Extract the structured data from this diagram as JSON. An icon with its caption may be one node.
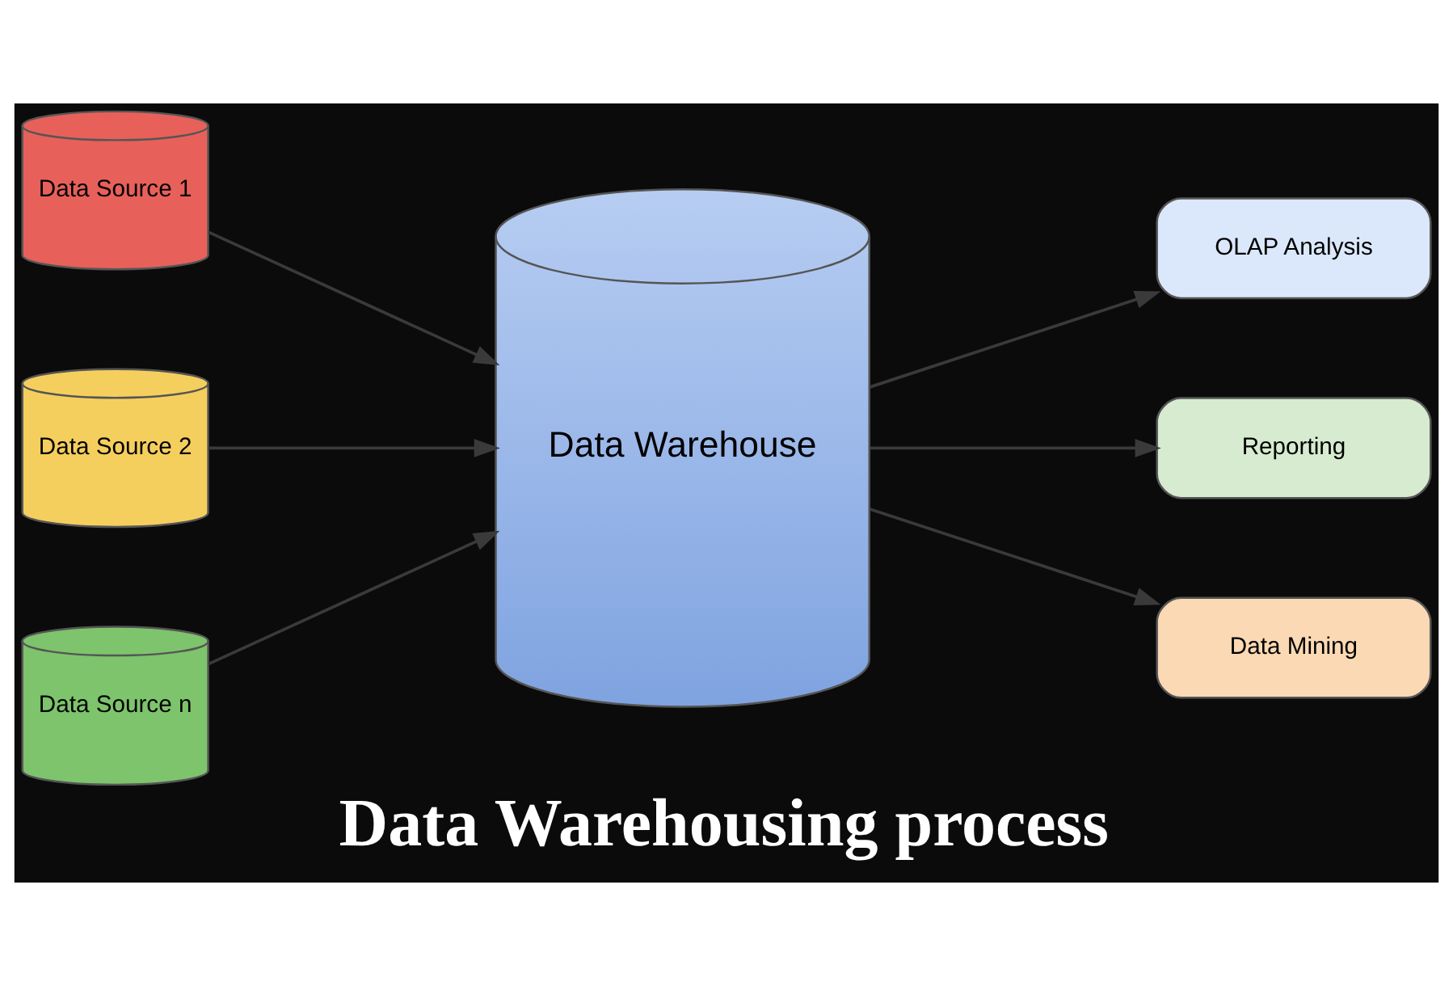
{
  "diagram": {
    "caption": "Data Warehousing process",
    "nodes": [
      {
        "text": [
          "Data Source 1"
        ]
      },
      {
        "text": [
          "Data Source 2"
        ]
      },
      {
        "text": [
          "Data Source n"
        ]
      },
      {
        "text": [
          "Data Warehouse"
        ]
      },
      {
        "text": [
          "OLAP Analysis"
        ]
      },
      {
        "text": [
          "Reporting"
        ]
      },
      {
        "text": [
          "Data Mining"
        ]
      }
    ],
    "edges": [
      {
        "from": 0,
        "to": 3,
        "arrow": "to"
      },
      {
        "from": 1,
        "to": 3,
        "arrow": "to"
      },
      {
        "from": 2,
        "to": 3,
        "arrow": "to"
      },
      {
        "from": 3,
        "to": 4,
        "arrow": "to"
      },
      {
        "from": 3,
        "to": 5,
        "arrow": "to"
      },
      {
        "from": 3,
        "to": 6,
        "arrow": "to"
      }
    ]
  }
}
